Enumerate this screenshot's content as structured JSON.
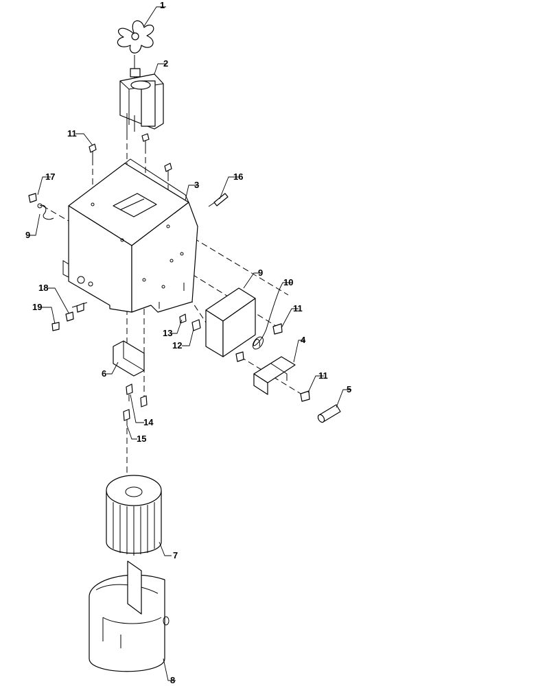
{
  "callouts": {
    "c1": "1",
    "c2": "2",
    "c3": "3",
    "c4": "4",
    "c5": "5",
    "c6": "6",
    "c7": "7",
    "c8": "8",
    "c9a": "9",
    "c9b": "9",
    "c10": "10",
    "c11a": "11",
    "c11b": "11",
    "c11c": "11",
    "c12": "12",
    "c13": "13",
    "c14": "14",
    "c15": "15",
    "c16": "16",
    "c17": "17",
    "c18": "18",
    "c19": "19"
  }
}
